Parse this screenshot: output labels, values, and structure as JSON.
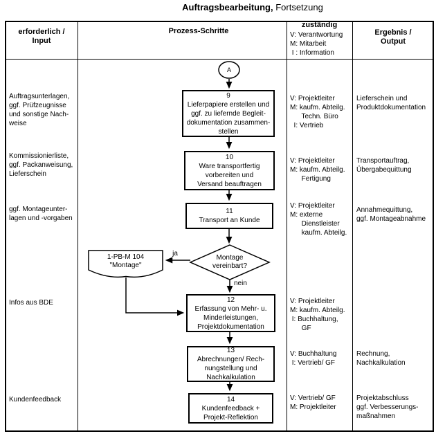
{
  "title": {
    "main": "Auftragsbearbeitung,",
    "suffix": " Fortsetzung"
  },
  "header": {
    "input": "erforderlich /\nInput",
    "process": "Prozess-Schritte",
    "responsible": "zuständig",
    "responsible_legend": "V: Verantwortung\nM: Mitarbeit\n I : Information",
    "output": "Ergebnis /\nOutput"
  },
  "flow": {
    "connector": "A",
    "step9": "9\nLieferpapiere erstellen und\nggf. zu liefernde Begleit-\ndokumentation zusammen-\nstellen",
    "step10": "10\nWare transportfertig\nvorbereiten und\nVersand beauftragen",
    "step11": "11\nTransport an Kunde",
    "decision": "Montage\nvereinbart?",
    "decision_yes": "ja",
    "decision_no": "nein",
    "reference": "1-PB-M 104\n\"Montage\"",
    "step12": "12\nErfassung von Mehr- u.\nMinderleistungen,\nProjektdokumentation",
    "step13": "13\nAbrechnungen/ Rech-\nnungstellung und\nNachkalkulation",
    "step14": "14\nKundenfeedback +\nProjekt-Reflektion"
  },
  "inputs": {
    "row9": "Auftragsunterlagen,\nggf. Prüfzeugnisse\nund sonstige Nach-\nweise",
    "row10": "Kommissionierliste,\nggf. Packanweisung,\nLieferschein",
    "row11": "ggf. Montageunter-\nlagen und -vorgaben",
    "row12": "Infos aus BDE",
    "row14": "Kundenfeedback"
  },
  "responsibles": {
    "row9": "V: Projektleiter\nM: kaufm. Abteilg.\n      Techn. Büro\n  I: Vertrieb",
    "row10": "V: Projektleiter\nM: kaufm. Abteilg.\n      Fertigung",
    "row11": "V: Projektleiter\nM: externe\n      Dienstleister\n      kaufm. Abteilg.",
    "row12": "V: Projektleiter\nM: kaufm. Abteilg.\n I: Buchhaltung,\n      GF",
    "row13": "V: Buchhaltung\n I: Vertrieb/ GF",
    "row14": "V: Vertrieb/ GF\nM: Projektleiter"
  },
  "outputs": {
    "row9": "Lieferschein und\nProduktdokumentation",
    "row10": "Transportauftrag,\nÜbergabequittung",
    "row11": "Annahmequittung,\nggf. Montageabnahme",
    "row13": "Rechnung,\nNachkalkulation",
    "row14": "Projektabschluss\nggf. Verbesserungs-\nmaßnahmen"
  },
  "colors": {
    "line": "#000000",
    "background": "#ffffff"
  }
}
